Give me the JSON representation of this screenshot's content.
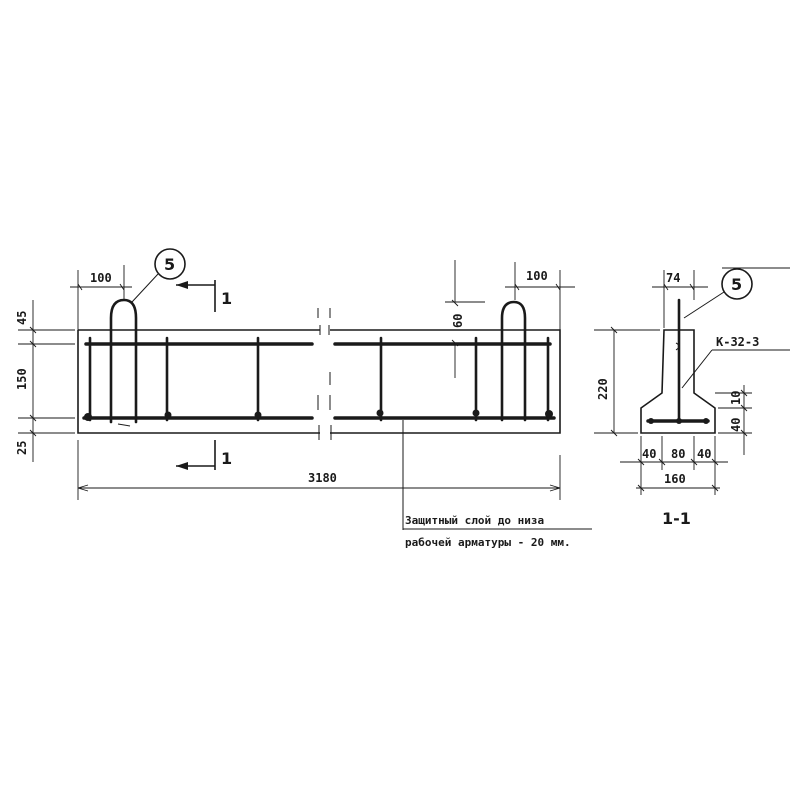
{
  "elevation": {
    "dims": {
      "left_offset": "100",
      "right_offset": "100",
      "top_cover": "45",
      "middle_height": "150",
      "bottom_cover": "25",
      "total_length": "3180",
      "loop_height": "60"
    },
    "callout_left": "5",
    "section_mark_top": "1",
    "section_mark_bottom": "1"
  },
  "section": {
    "width_top": "74",
    "callout": "5",
    "frame_label": "К-32-3",
    "height": "220",
    "flange_top": "10",
    "flange_height": "40",
    "bottom_parts": [
      "40",
      "80",
      "40"
    ],
    "bottom_total": "160",
    "title": "1-1"
  },
  "note": {
    "line1": "Защитный слой до низа",
    "line2": "рабочей арматуры - 20 мм."
  }
}
